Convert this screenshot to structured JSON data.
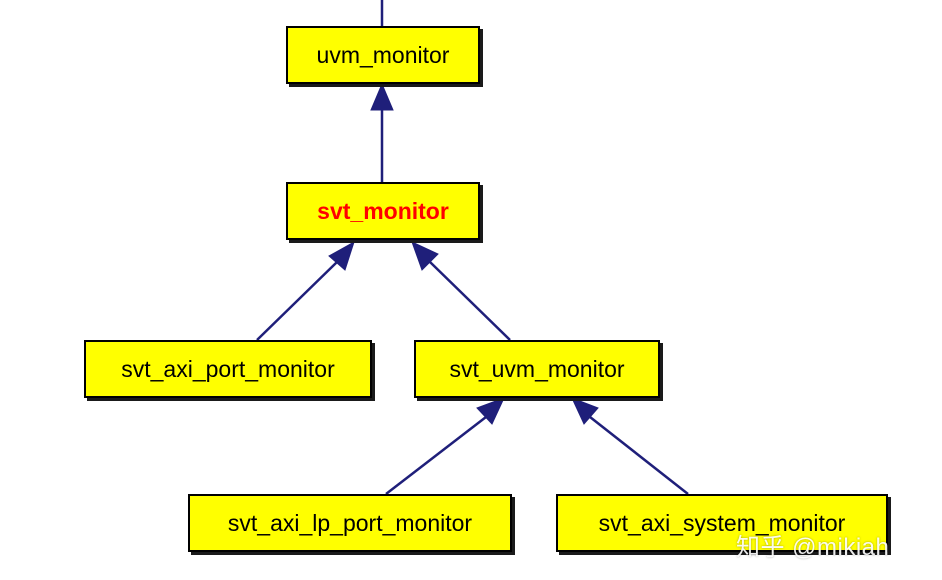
{
  "diagram": {
    "type": "class-inheritance-graph",
    "colors": {
      "node_fill": "#ffff00",
      "node_border": "#000000",
      "edge": "#1f1f7a",
      "current_node_text": "#ff0000"
    },
    "nodes": {
      "uvm_monitor": "uvm_monitor",
      "svt_monitor": "svt_monitor",
      "svt_axi_port_monitor": "svt_axi_port_monitor",
      "svt_uvm_monitor": "svt_uvm_monitor",
      "svt_axi_lp_port_monitor": "svt_axi_lp_port_monitor",
      "svt_axi_system_monitor": "svt_axi_system_monitor"
    },
    "current_node": "svt_monitor",
    "edges": [
      {
        "from": "svt_monitor",
        "to": "uvm_monitor"
      },
      {
        "from": "svt_axi_port_monitor",
        "to": "svt_monitor"
      },
      {
        "from": "svt_uvm_monitor",
        "to": "svt_monitor"
      },
      {
        "from": "svt_axi_lp_port_monitor",
        "to": "svt_uvm_monitor"
      },
      {
        "from": "svt_axi_system_monitor",
        "to": "svt_uvm_monitor"
      }
    ]
  },
  "watermark": "知乎 @mikiah"
}
